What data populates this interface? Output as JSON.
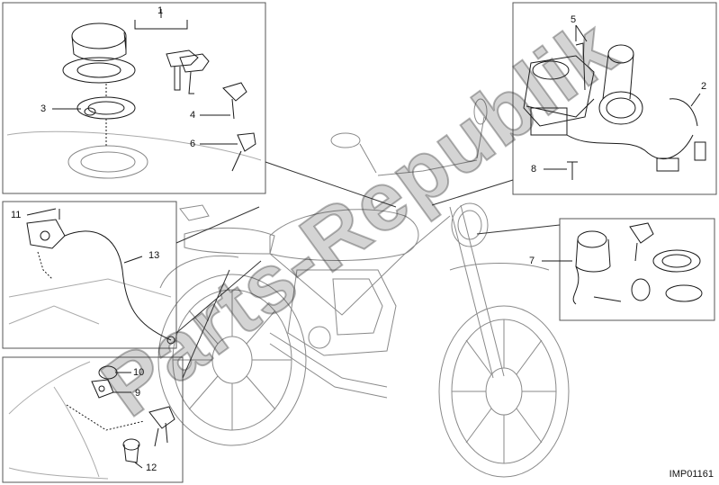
{
  "callouts": {
    "c1": "1",
    "c2": "2",
    "c3": "3",
    "c4": "4",
    "c5": "5",
    "c6": "6",
    "c7": "7",
    "c8": "8",
    "c9": "9",
    "c10": "10",
    "c11": "11",
    "c12": "12",
    "c13": "13"
  },
  "image_code": "IMP01161",
  "watermark": "Parts-Republik",
  "colors": {
    "line": "#1a1a1a",
    "light": "#9a9a9a",
    "frame": "#555555"
  }
}
